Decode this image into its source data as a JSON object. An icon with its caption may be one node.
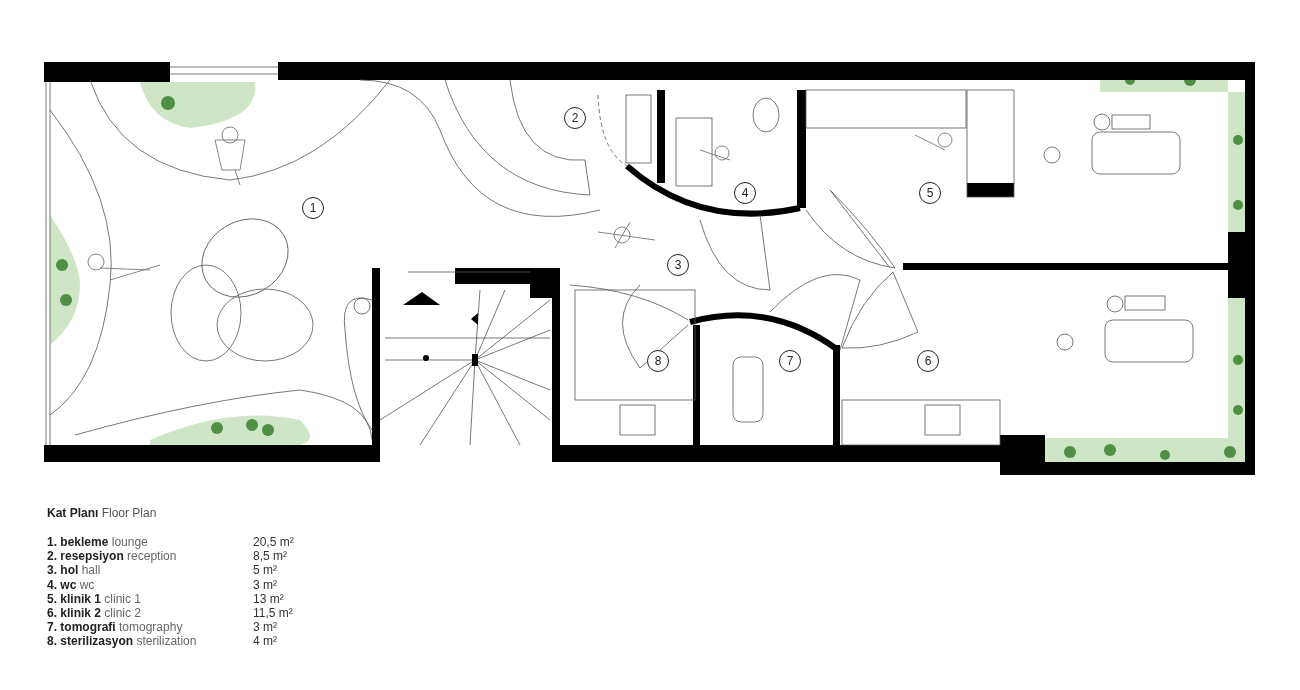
{
  "diagram": {
    "title": "**Kat Planı** Floor Plan",
    "labels": [
      "2",
      "4",
      "5",
      "1",
      "3",
      "8",
      "7",
      "6",
      "**1. bekleme** lounge",
      "20,5 m²",
      "**2. resepsiyon** reception",
      "8,5 m²",
      "**3. hol** hall",
      "5 m²",
      "**4. wc** wc",
      "3 m²",
      "**5. klinik 1** clinic 1",
      "13 m²",
      "**6. klinik 2** clinic 2",
      "11,5 m²",
      "**7. tomografi** tomography",
      "3 m²",
      "**8. sterilizasyon** sterilization",
      "4 m²"
    ]
  }
}
